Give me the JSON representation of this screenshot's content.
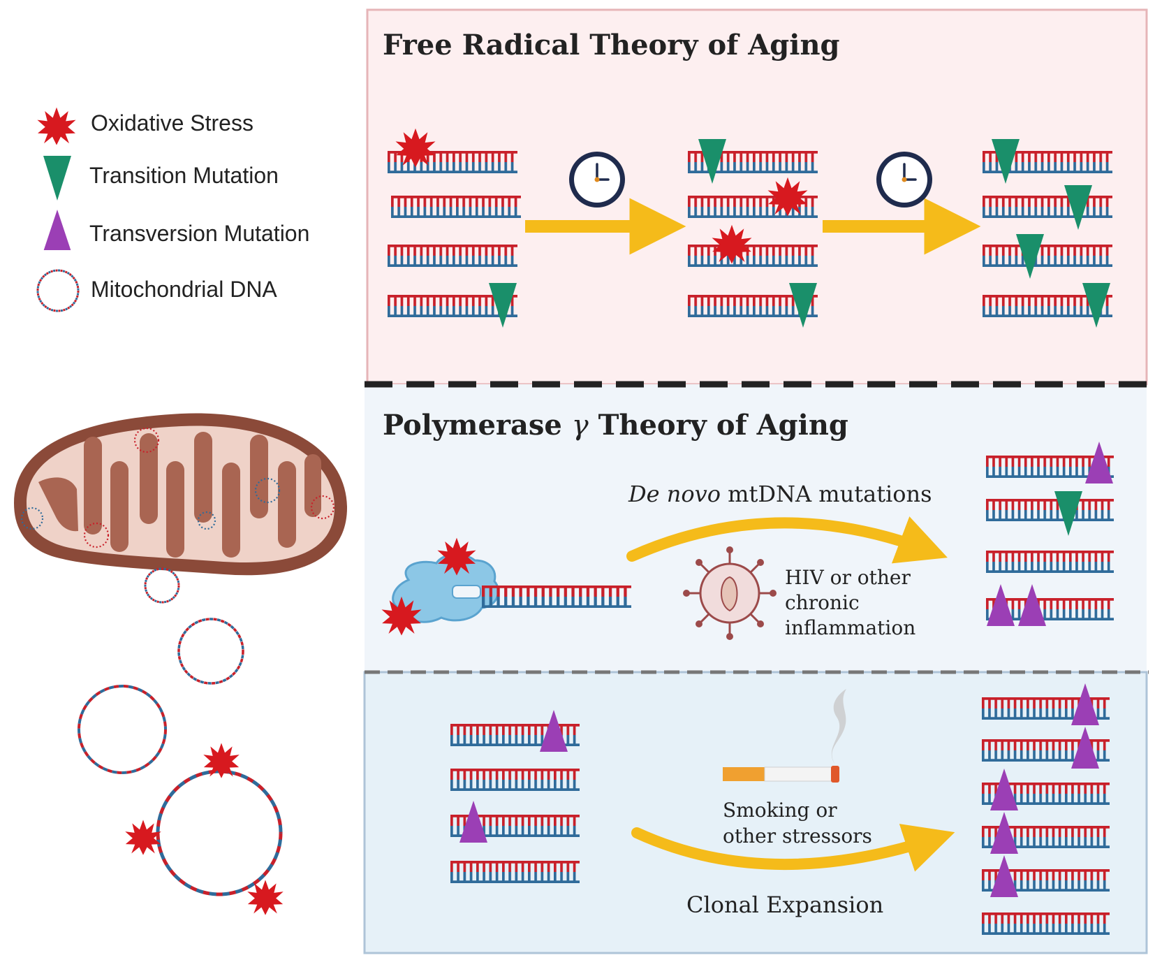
{
  "legend": {
    "oxidative_stress": "Oxidative Stress",
    "transition_mutation": "Transition Mutation",
    "transversion_mutation": "Transversion Mutation",
    "mitochondrial_dna": "Mitochondrial DNA"
  },
  "free_radical": {
    "title": "Free Radical Theory of Aging"
  },
  "polymerase": {
    "title_part1": "Polymerase ",
    "title_gamma": "γ",
    "title_part2": " Theory of Aging",
    "de_novo_italic": "De novo",
    "de_novo_rest": " mtDNA mutations",
    "hiv_line1": "HIV or other",
    "hiv_line2": "chronic",
    "hiv_line3": "inflammation"
  },
  "clonal": {
    "smoking_line1": "Smoking or",
    "smoking_line2": "other stressors",
    "clonal_expansion": "Clonal Expansion"
  },
  "colors": {
    "red_strand": "#c8202a",
    "blue_strand": "#2f6b9a",
    "star": "#d7191f",
    "transition": "#1a8f6a",
    "transversion": "#9b3fb5",
    "arrow": "#f5bb1a",
    "panel_top": "#fdeff0",
    "panel_mid": "#f0f5fa",
    "panel_bottom": "#e6f1f8"
  }
}
